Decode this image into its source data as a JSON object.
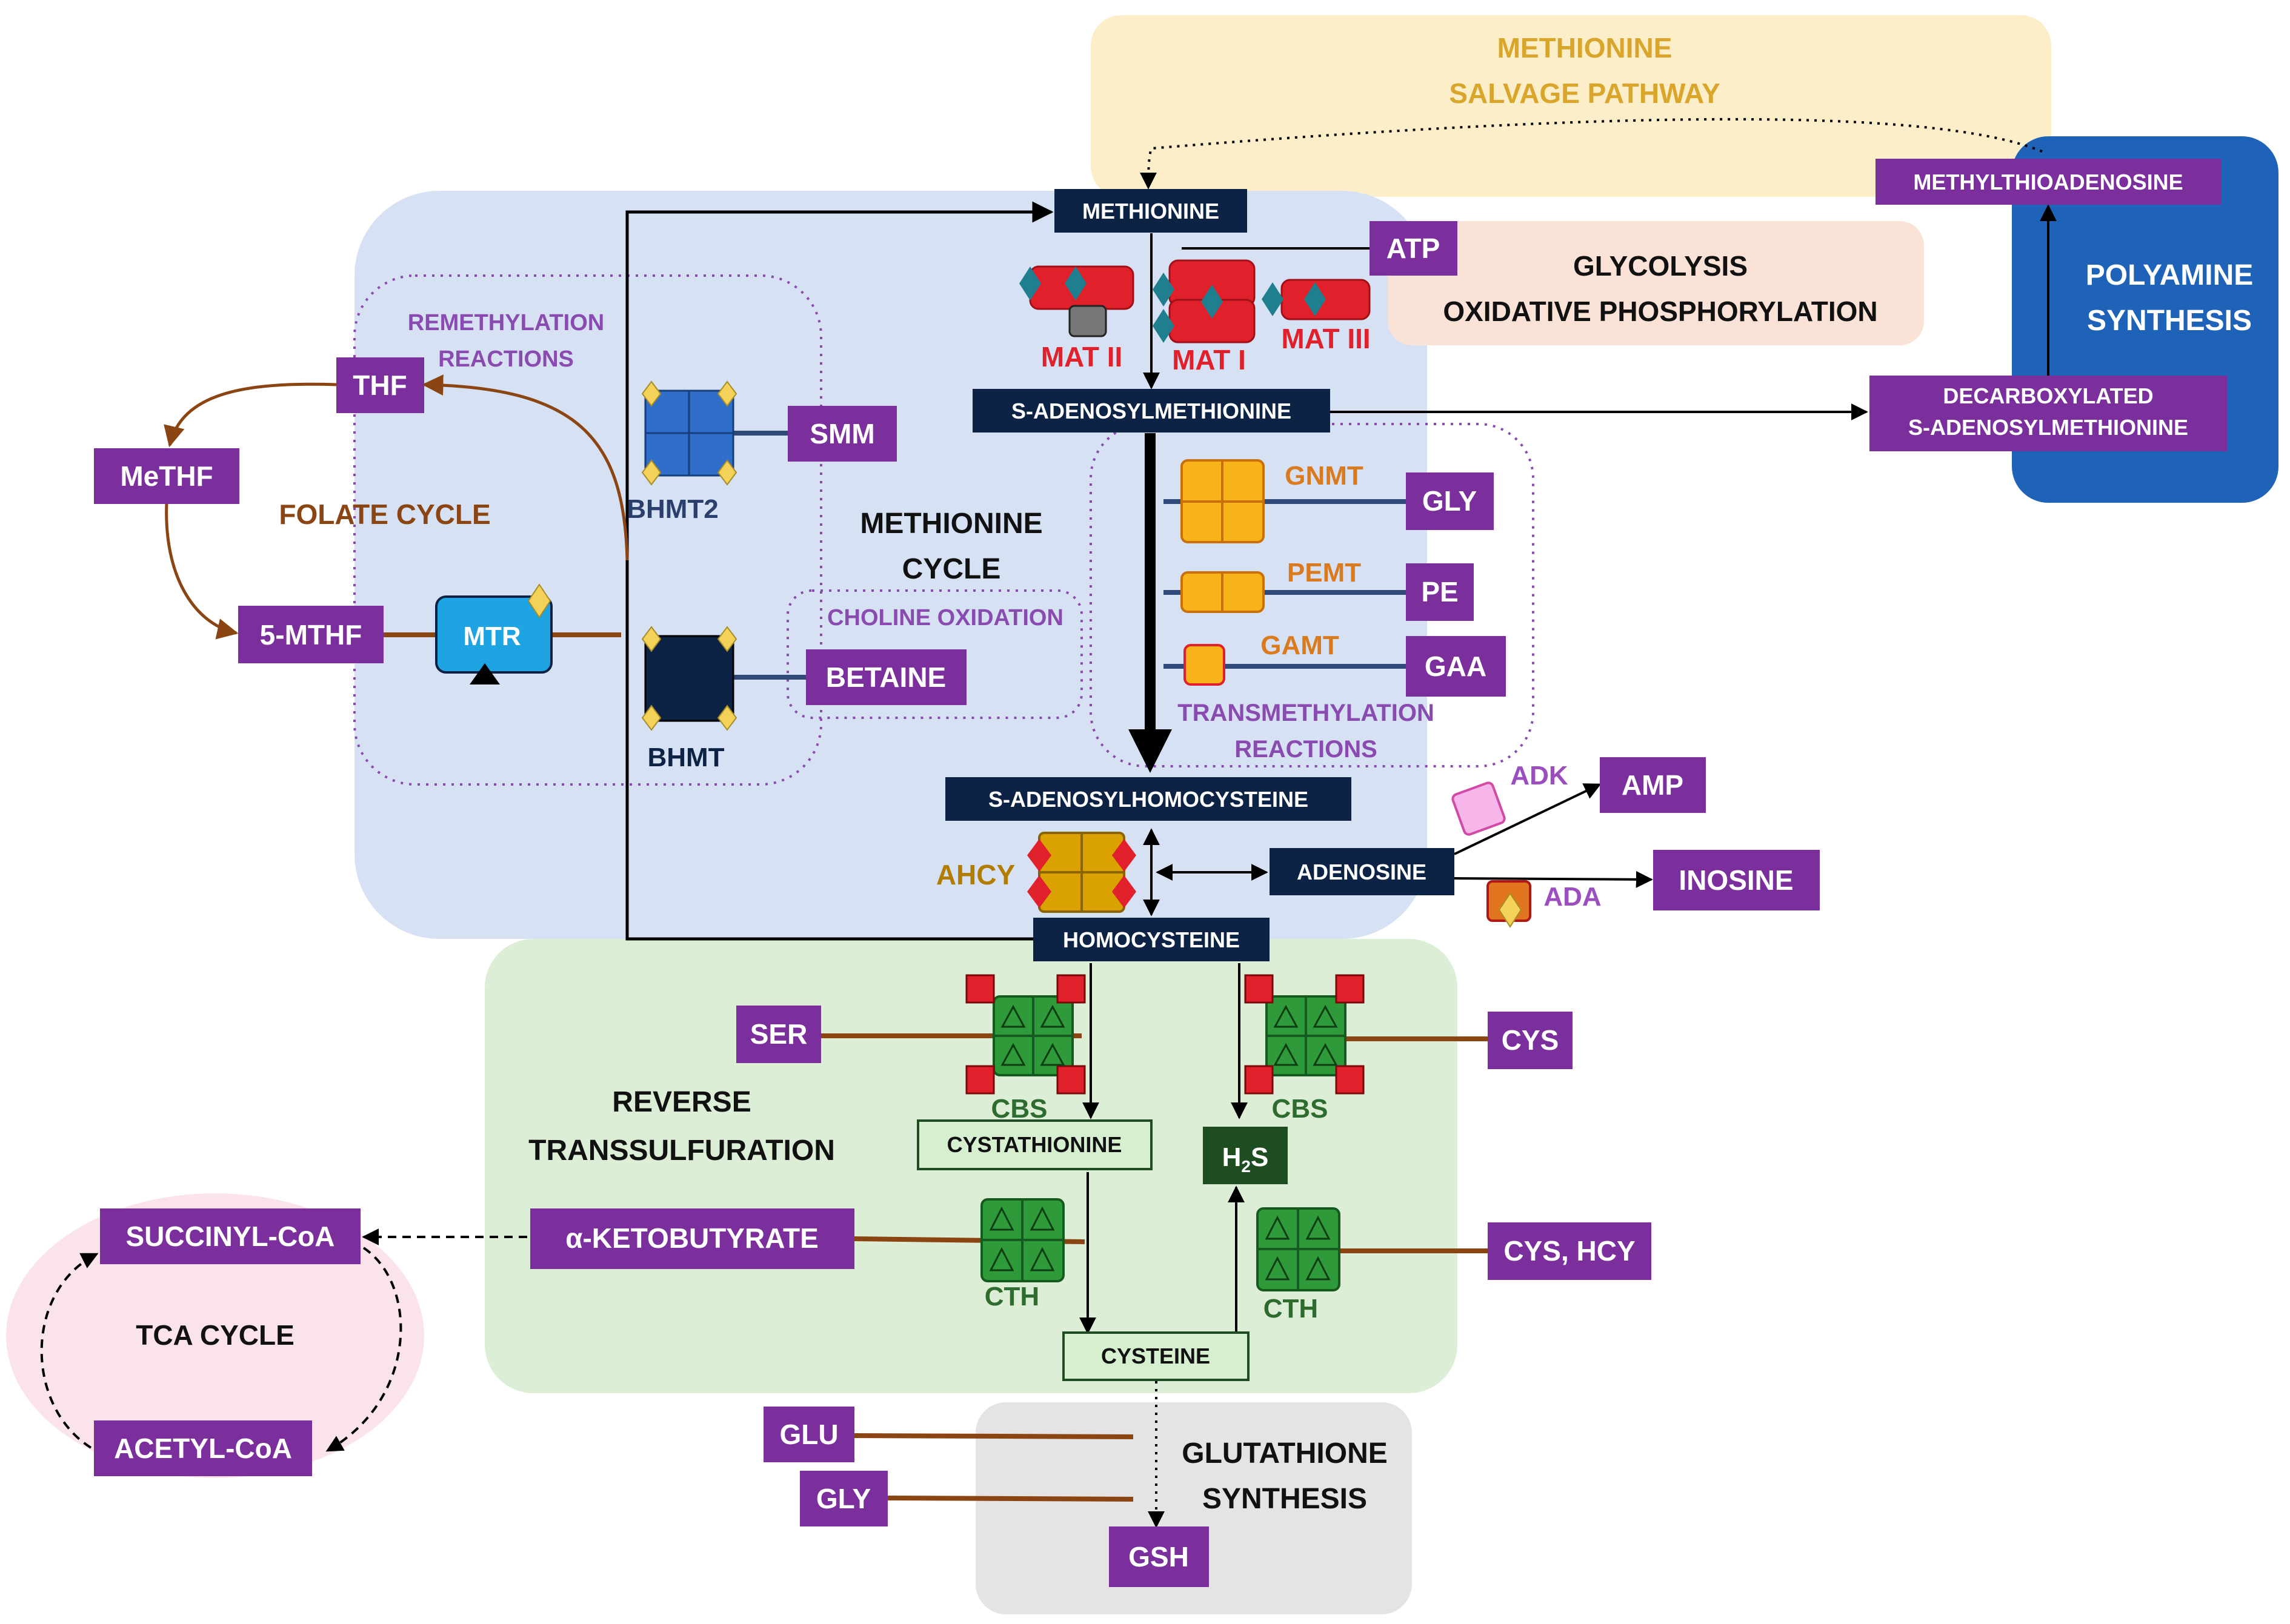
{
  "colors": {
    "purple": "#7a2f9c",
    "navy": "#0d2346",
    "darkGreen": "#1f4d22",
    "lightGreenBox": "#d6efcf",
    "methionineRegion": "#d6e2f4",
    "transsulfurationRegion": "#dcefd6",
    "salvageRegion": "#fbeec9",
    "glycolysisRegion": "#fbe2d6",
    "polyamineRegion": "#1f63b8",
    "tcaRegion": "#fbe3ec",
    "glutathioneRegion": "#e5e3e3",
    "brown": "#8b4513",
    "enzymeOrange": "#d97a1f",
    "enzymeRed": "#e0202a"
  },
  "regions": {
    "salvage": [
      "METHIONINE",
      "SALVAGE PATHWAY"
    ],
    "glycolysis": [
      "GLYCOLYSIS",
      "OXIDATIVE PHOSPHORYLATION"
    ],
    "polyamine": [
      "POLYAMINE",
      "SYNTHESIS"
    ],
    "methionine_cycle": [
      "METHIONINE",
      "CYCLE"
    ],
    "remethylation": [
      "REMETHYLATION",
      "REACTIONS"
    ],
    "folate": "FOLATE CYCLE",
    "choline": "CHOLINE OXIDATION",
    "transmethylation": [
      "TRANSMETHYLATION",
      "REACTIONS"
    ],
    "transsulfuration": [
      "REVERSE",
      "TRANSSULFURATION"
    ],
    "tca": "TCA CYCLE",
    "glutathione": [
      "GLUTATHIONE",
      "SYNTHESIS"
    ]
  },
  "nodes": {
    "methionine": "METHIONINE",
    "sam": "S-ADENOSYLMETHIONINE",
    "sah": "S-ADENOSYLHOMOCYSTEINE",
    "homocysteine": "HOMOCYSTEINE",
    "adenosine": "ADENOSINE",
    "cystathionine": "CYSTATHIONINE",
    "cysteine": "CYSTEINE",
    "h2s": "H",
    "h2s_sub": "2",
    "h2s_end": "S",
    "mta": "METHYLTHIOADENOSINE",
    "dcsam": [
      "DECARBOXYLATED",
      "S-ADENOSYLMETHIONINE"
    ]
  },
  "metabolites": {
    "atp": "ATP",
    "thf": "THF",
    "methf": "MeTHF",
    "mthf5": "5-MTHF",
    "smm": "SMM",
    "betaine": "BETAINE",
    "gly1": "GLY",
    "pe": "PE",
    "gaa": "GAA",
    "amp": "AMP",
    "inosine": "INOSINE",
    "ser": "SER",
    "cys": "CYS",
    "cyshcy": "CYS, HCY",
    "ketobutyrate": "α-KETOBUTYRATE",
    "succinyl": "SUCCINYL-CoA",
    "acetyl": "ACETYL-CoA",
    "glu": "GLU",
    "gly2": "GLY",
    "gsh": "GSH"
  },
  "enzymes": {
    "mat2": "MAT II",
    "mat1": "MAT I",
    "mat3": "MAT III",
    "bhmt2": "BHMT2",
    "bhmt": "BHMT",
    "mtr": "MTR",
    "gnmt": "GNMT",
    "pemt": "PEMT",
    "gamt": "GAMT",
    "adk": "ADK",
    "ada": "ADA",
    "ahcy": "AHCY",
    "cbs1": "CBS",
    "cbs2": "CBS",
    "cth1": "CTH",
    "cth2": "CTH"
  }
}
